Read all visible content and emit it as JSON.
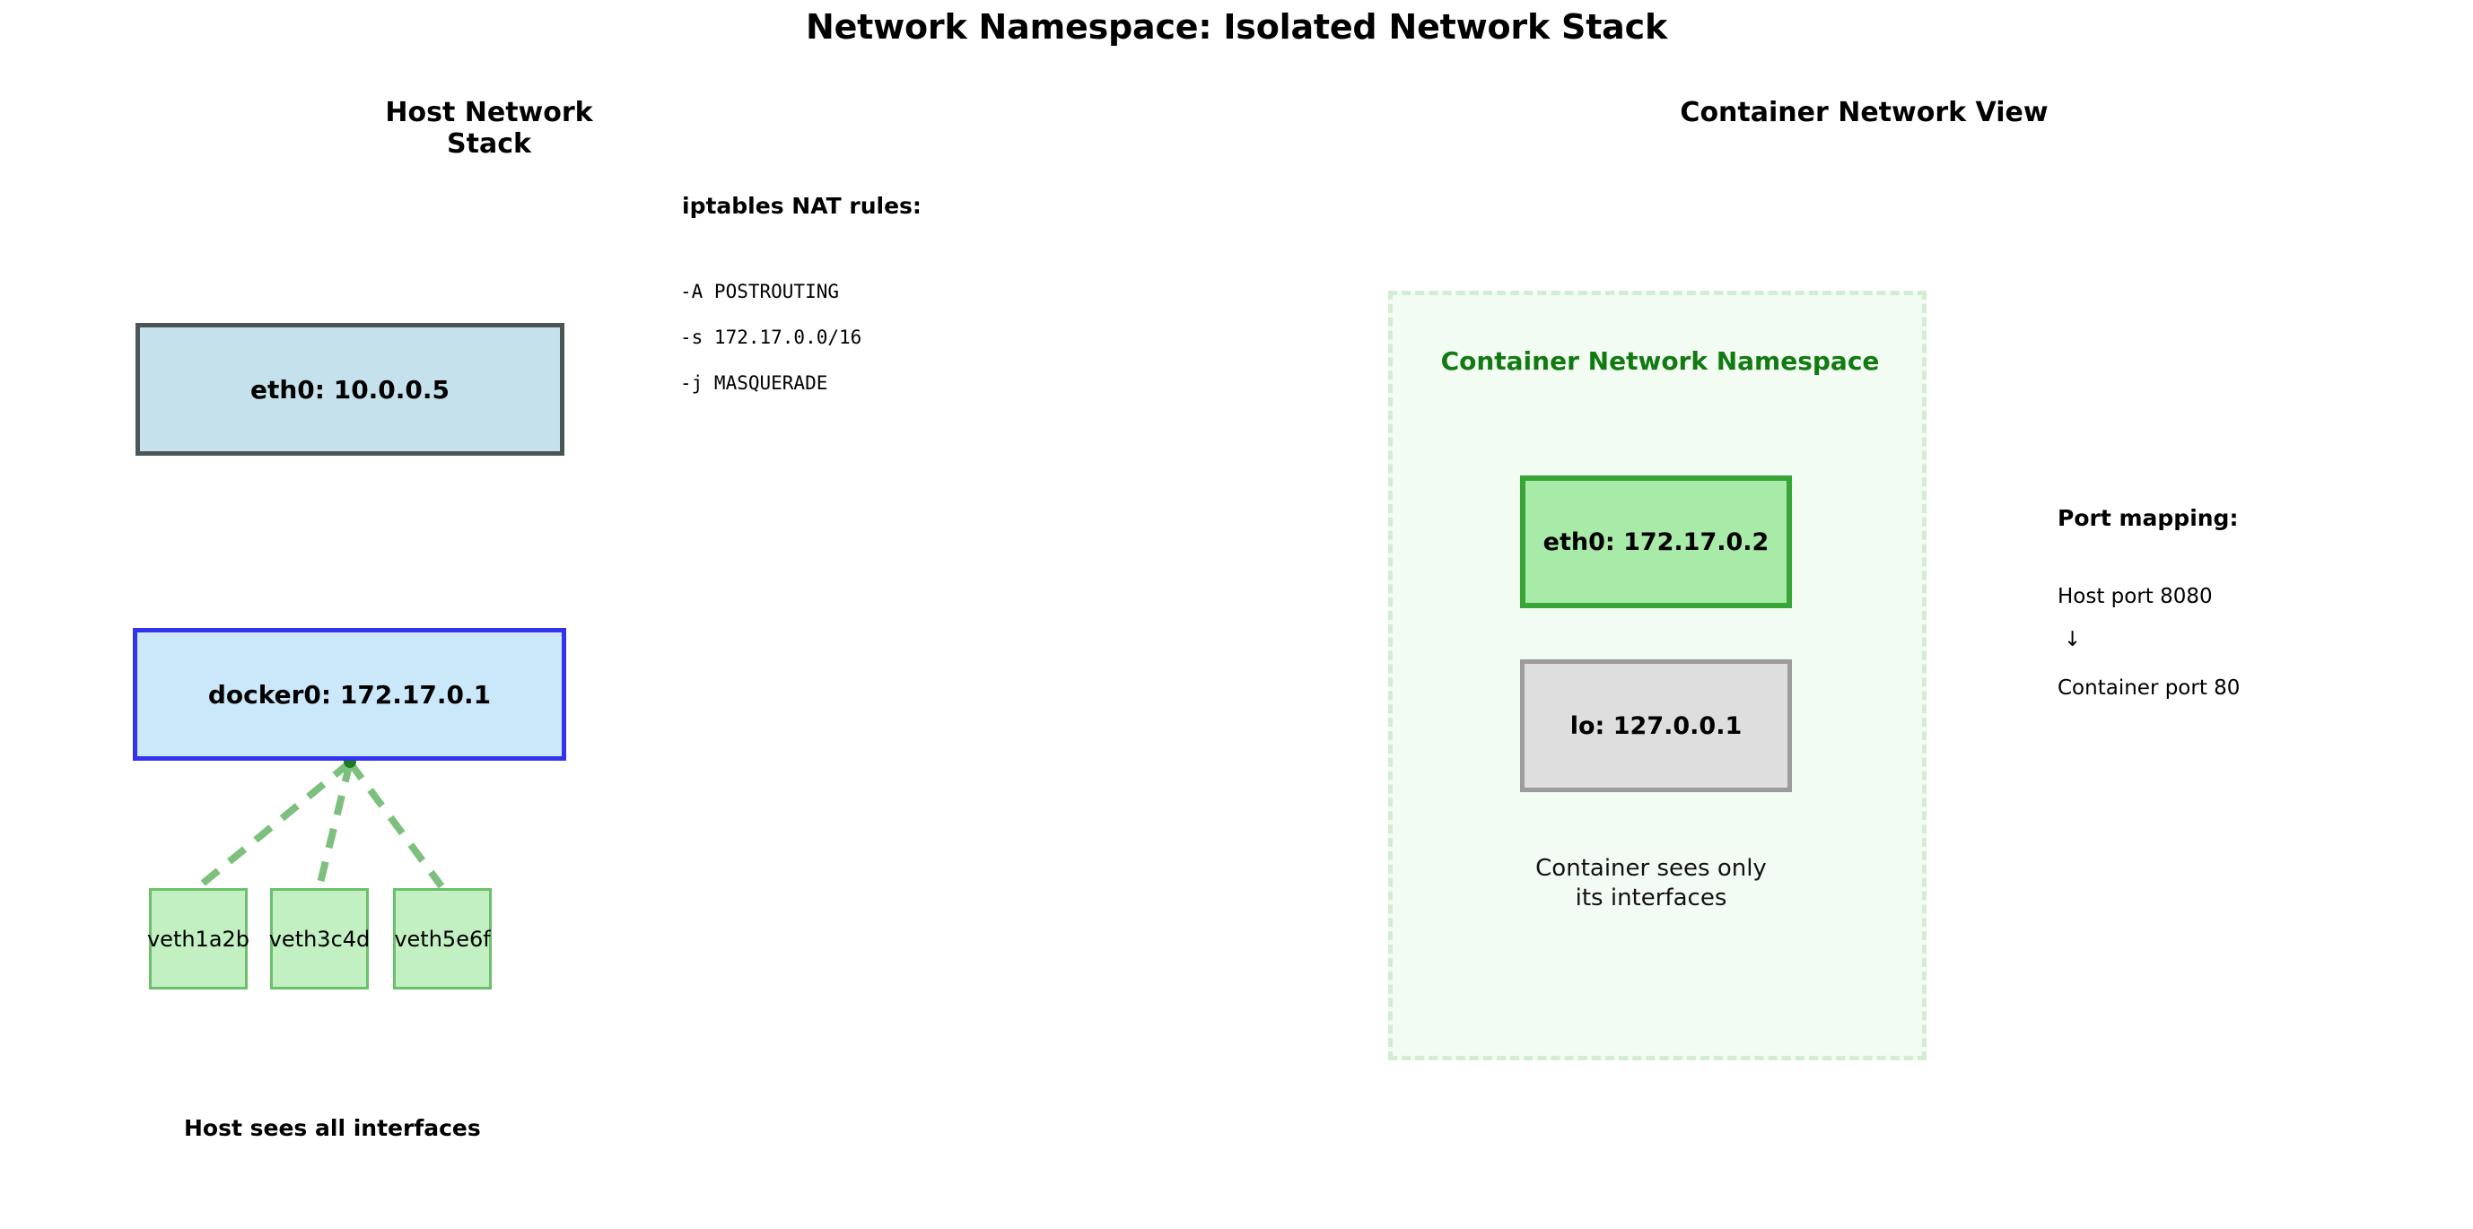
{
  "diagram": {
    "title": "Network Namespace: Isolated Network Stack",
    "host_heading": "Host Network Stack",
    "container_heading": "Container Network View"
  },
  "host": {
    "interfaces": [
      {
        "label": "eth0: 10.0.0.5",
        "fill": "#c5e2ec",
        "border": "#4d5656"
      },
      {
        "label": "docker0: 172.17.0.1",
        "fill": "#cbe8fb",
        "border": "#3333ee"
      }
    ],
    "veths": [
      {
        "label": "veth1a2b"
      },
      {
        "label": "veth3c4d"
      },
      {
        "label": "veth5e6f"
      }
    ],
    "footnote": "Host sees all interfaces"
  },
  "nat": {
    "heading": "iptables NAT rules:",
    "rules": [
      "-A POSTROUTING",
      "-s 172.17.0.0/16",
      "-j MASQUERADE"
    ]
  },
  "namespace": {
    "title": "Container Network Namespace",
    "title_color": "#127a12",
    "interfaces": [
      {
        "label": "eth0: 172.17.0.2",
        "fill": "#a8eaa8",
        "border": "#37a637"
      },
      {
        "label": "lo: 127.0.0.1",
        "fill": "#dedede",
        "border": "#9c9c9c"
      }
    ],
    "caption_line1": "Container sees only",
    "caption_line2": "its interfaces"
  },
  "port_mapping": {
    "heading": "Port mapping:",
    "host_port": "Host port 8080",
    "arrow": "↓",
    "container_port": "Container port 80"
  },
  "colors": {
    "veth_fill": "#c3f0c3",
    "veth_border": "#6cc06c",
    "link_line": "#7dc07d",
    "namespace_fill": "#f2fcf2",
    "namespace_border": "#d4ecd4"
  }
}
